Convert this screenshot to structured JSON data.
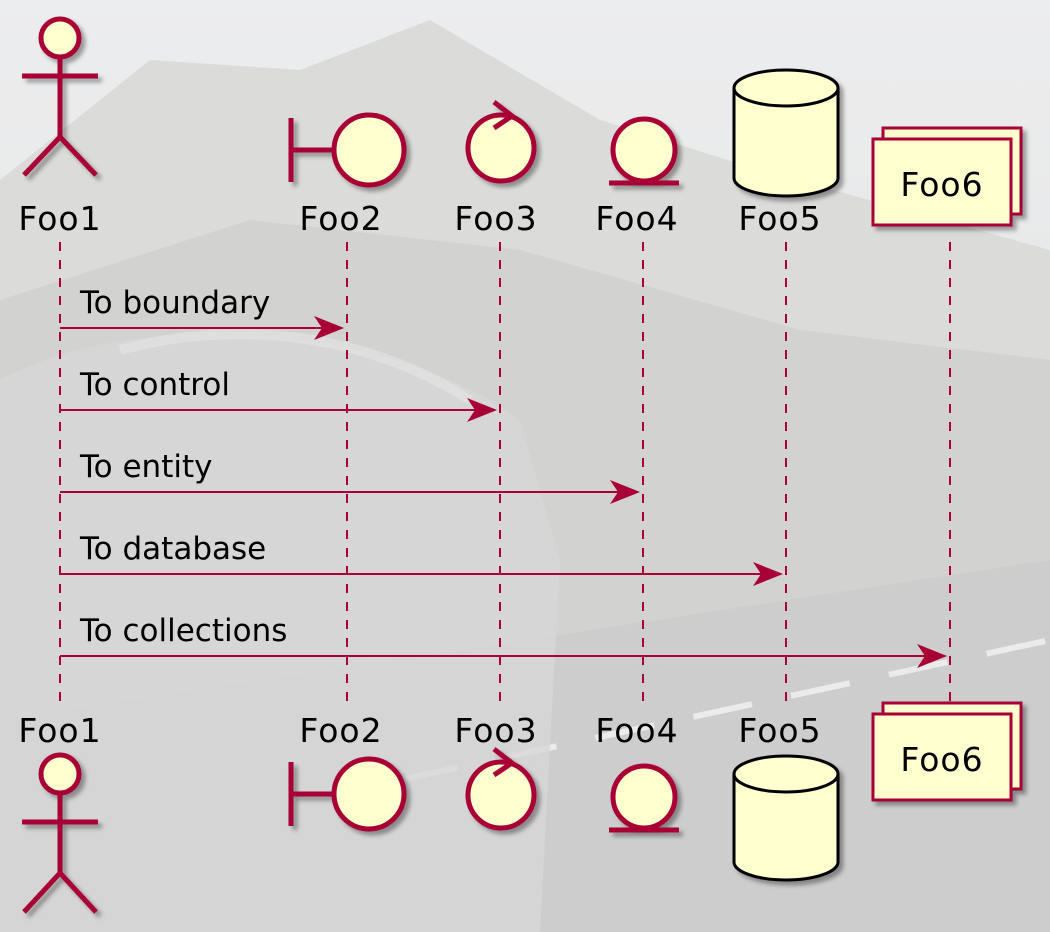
{
  "colors": {
    "line": "#a80036",
    "fill": "#fefece",
    "text": "#000000"
  },
  "participants": [
    {
      "id": "foo1",
      "label": "Foo1",
      "kind": "actor"
    },
    {
      "id": "foo2",
      "label": "Foo2",
      "kind": "boundary"
    },
    {
      "id": "foo3",
      "label": "Foo3",
      "kind": "control"
    },
    {
      "id": "foo4",
      "label": "Foo4",
      "kind": "entity"
    },
    {
      "id": "foo5",
      "label": "Foo5",
      "kind": "database"
    },
    {
      "id": "foo6",
      "label": "Foo6",
      "kind": "collections"
    }
  ],
  "messages": [
    {
      "from": "foo1",
      "to": "foo2",
      "label": "To boundary"
    },
    {
      "from": "foo1",
      "to": "foo3",
      "label": "To control"
    },
    {
      "from": "foo1",
      "to": "foo4",
      "label": "To entity"
    },
    {
      "from": "foo1",
      "to": "foo5",
      "label": "To database"
    },
    {
      "from": "foo1",
      "to": "foo6",
      "label": "To collections"
    }
  ]
}
